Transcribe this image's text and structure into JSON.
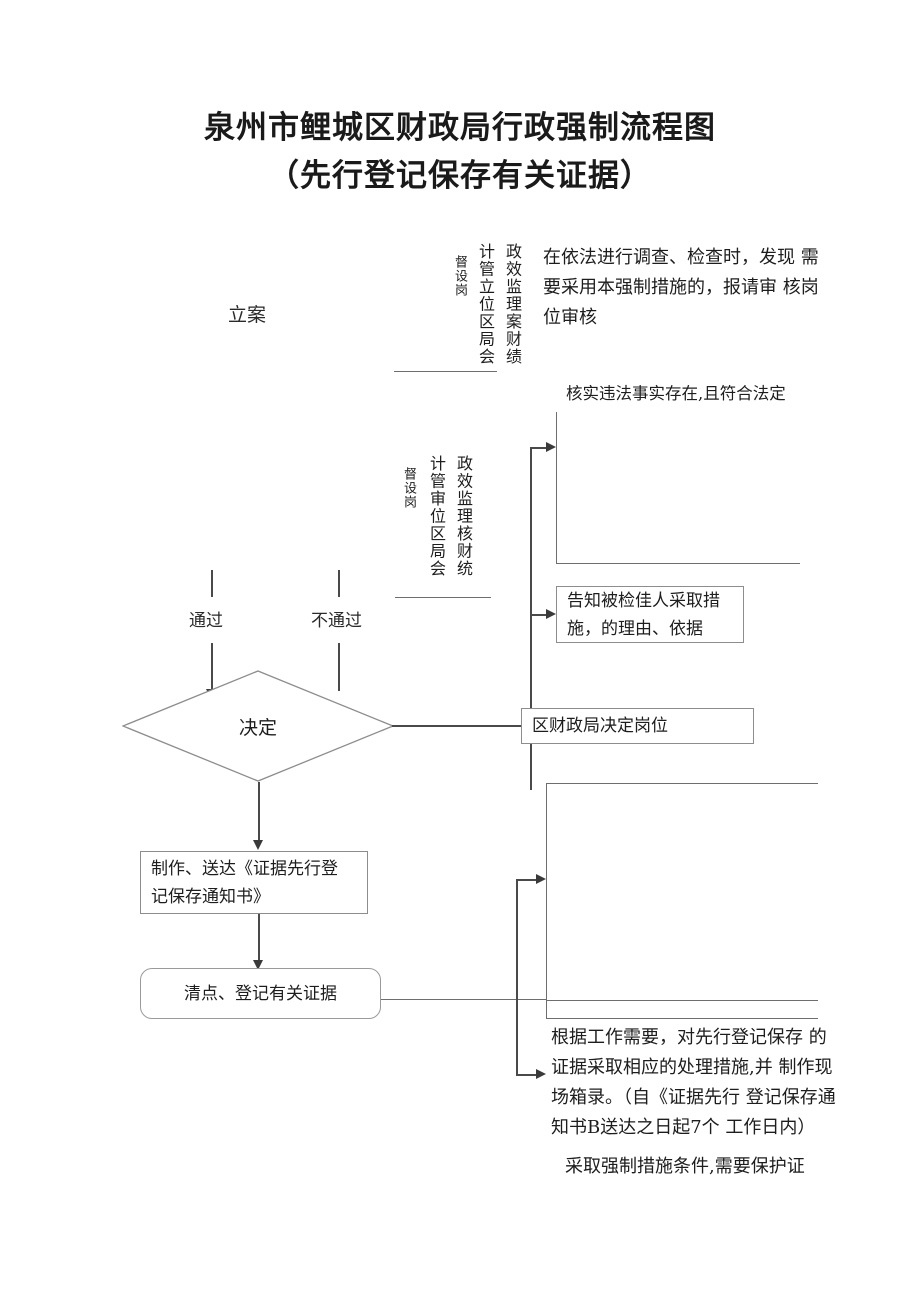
{
  "document": {
    "title_line1": "泉州市鲤城区财政局行政强制流程图",
    "title_line2": "（先行登记保存有关证据）"
  },
  "nodes": {
    "case_filing": "立案",
    "decision_diamond": "决定",
    "pass_label": "通过",
    "fail_label": "不通过",
    "decision_post_box": "区财政局决定岗位",
    "make_deliver_box": "制作、送达《证据先行登\n记保存通知书》",
    "inventory_box": "清点、登记有关证据",
    "inform_box": "告知被检佳人采取措\n施，的理由、依据"
  },
  "annotations": {
    "top_right_note": "在依法进行调查、检查时，发现\n需要采用本强制措施的，报请审\n核岗位审核",
    "verify_note": "核实违法事实存在,且符合法定",
    "bottom_note": "根据工作需要，对先行登记保存\n的证据采取相应的处理措施,并\n制作现场箱录。（自《证据先行\n登记保存通知书B送达之日起7个\n工作日内）",
    "bottom_note_tail": "采取强制措施条件,需要保护证"
  },
  "vertical_columns": {
    "block1": {
      "col_right": "政效监理案财绩",
      "col_mid": "计管立位区局会",
      "col_left": "督设岗"
    },
    "block2": {
      "col_right": "政效监理核财统",
      "col_mid": "计管审位区局会",
      "col_left": "督设岗"
    }
  },
  "colors": {
    "line": "#6e6e6e",
    "line_dark": "#4a4a4a",
    "border": "#8d8d8d",
    "text": "#1d1d1d",
    "background": "#ffffff"
  }
}
